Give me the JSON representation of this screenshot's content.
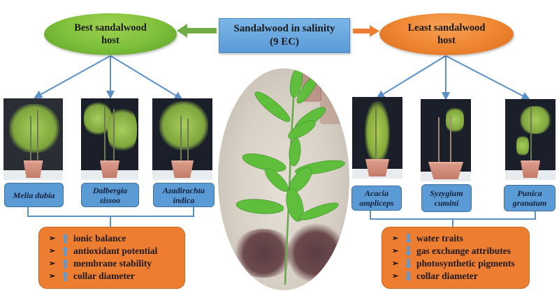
{
  "center": {
    "line1": "Sandalwood in salinity",
    "line2": "(9 EC)",
    "color": "#5b9bd5"
  },
  "best": {
    "title_line1": "Best sandalwood",
    "title_line2": "host",
    "color": "#7cbf3a",
    "arrow_color": "#70ad47",
    "species": [
      {
        "line1": "Melia dubia",
        "line2": ""
      },
      {
        "line1": "Dalbergia",
        "line2": "sissoo"
      },
      {
        "line1": "Azadirachta",
        "line2": "indica"
      }
    ],
    "traits_direction": "increase",
    "traits": [
      "ionic balance",
      "antioxidant potential",
      "membrane stability",
      "collar diameter"
    ]
  },
  "least": {
    "title_line1": "Least sandalwood",
    "title_line2": "host",
    "color": "#ed7d31",
    "arrow_color": "#ed7d31",
    "species": [
      {
        "line1": "Acacia",
        "line2": "ampliceps"
      },
      {
        "line1": "Syzygium",
        "line2": "cumini"
      },
      {
        "line1": "Punica",
        "line2": "granatum"
      }
    ],
    "traits_direction": "decrease",
    "traits": [
      "water traits",
      "gas exchange attributes",
      "photosynthetic pigments",
      "collar diameter"
    ]
  },
  "icons": {
    "bullet": "➢",
    "increase": "arrow-up-icon",
    "decrease": "arrow-down-icon"
  }
}
